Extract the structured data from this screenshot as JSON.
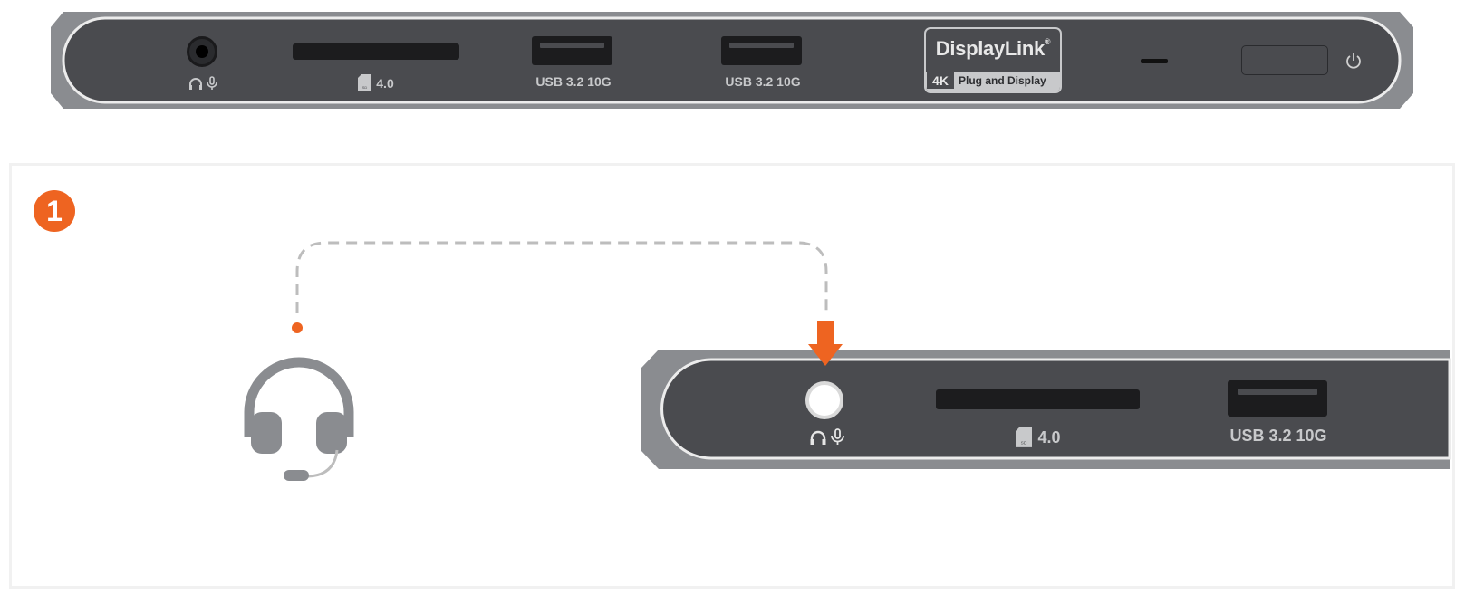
{
  "top_dock": {
    "ports": [
      {
        "kind": "audio-jack",
        "label": ""
      },
      {
        "kind": "sd-slot",
        "label": "4.0"
      },
      {
        "kind": "usb-a",
        "label": "USB 3.2 10G"
      },
      {
        "kind": "usb-a",
        "label": "USB 3.2 10G"
      }
    ],
    "badge": {
      "brand": "DisplayLink",
      "registered": "®",
      "resolution": "4K",
      "tagline": "Plug and Display"
    }
  },
  "step": {
    "number": "1",
    "zoom_dock": {
      "ports": [
        {
          "kind": "audio-jack",
          "label": ""
        },
        {
          "kind": "sd-slot",
          "label": "4.0"
        },
        {
          "kind": "usb-a",
          "label": "USB 3.2 10G"
        }
      ]
    },
    "device": "headset-icon",
    "connector": "dashed-line",
    "arrow": "down-arrow-icon"
  },
  "colors": {
    "accent": "#ee6421",
    "dock_body": "#4a4b4f",
    "dock_frame": "#8a8c90",
    "port": "#1c1c1e",
    "label": "#c8c9cb",
    "headset": "#8a8c90",
    "dashed": "#bdbdbd"
  },
  "sd_mark": "SD"
}
